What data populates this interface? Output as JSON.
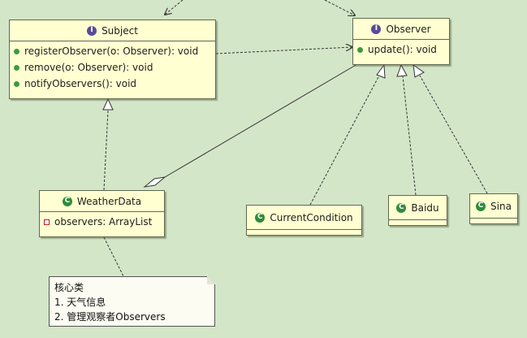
{
  "subject": {
    "name": "Subject",
    "stereotype_icon": "interface-icon",
    "operations": [
      "registerObserver(o: Observer): void",
      "remove(o: Observer): void",
      "notifyObservers(): void"
    ]
  },
  "observer": {
    "name": "Observer",
    "stereotype_icon": "interface-icon",
    "operations": [
      "update(): void"
    ]
  },
  "weather_data": {
    "name": "WeatherData",
    "stereotype_icon": "class-icon",
    "attributes": [
      "observers: ArrayList"
    ]
  },
  "current_condition": {
    "name": "CurrentCondition",
    "stereotype_icon": "class-icon"
  },
  "baidu": {
    "name": "Baidu",
    "stereotype_icon": "class-icon"
  },
  "sina": {
    "name": "Sina",
    "stereotype_icon": "class-icon"
  },
  "note": {
    "lines": [
      "核心类",
      "1. 天气信息",
      "2. 管理观察者Observers"
    ]
  },
  "colors": {
    "background": "#d4e6c8",
    "box_fill": "#ffffd2",
    "interface_badge": "#5a4b9b",
    "class_badge": "#2f8c3a",
    "operation_dot": "#3e9a3e",
    "private_marker": "#c02020"
  }
}
